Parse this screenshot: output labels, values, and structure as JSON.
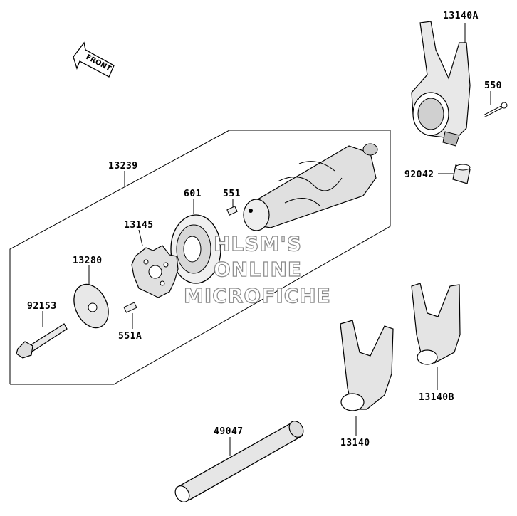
{
  "front_arrow": {
    "label": "FRONT"
  },
  "labels": {
    "p13140A": "13140A",
    "p550": "550",
    "p92042": "92042",
    "p13239": "13239",
    "p601": "601",
    "p551": "551",
    "p13145": "13145",
    "p13280": "13280",
    "p92153": "92153",
    "p551A": "551A",
    "p13140B": "13140B",
    "p13140": "13140",
    "p49047": "49047"
  },
  "watermark": {
    "line1": "HLSM'S",
    "line2": "ONLINE",
    "line3": "MICROFICHE"
  },
  "colors": {
    "ink": "#000000",
    "watermark_stroke": "#8a8a8a",
    "part_fill": "#e8e8e8",
    "part_shade": "#b8b8b8"
  }
}
